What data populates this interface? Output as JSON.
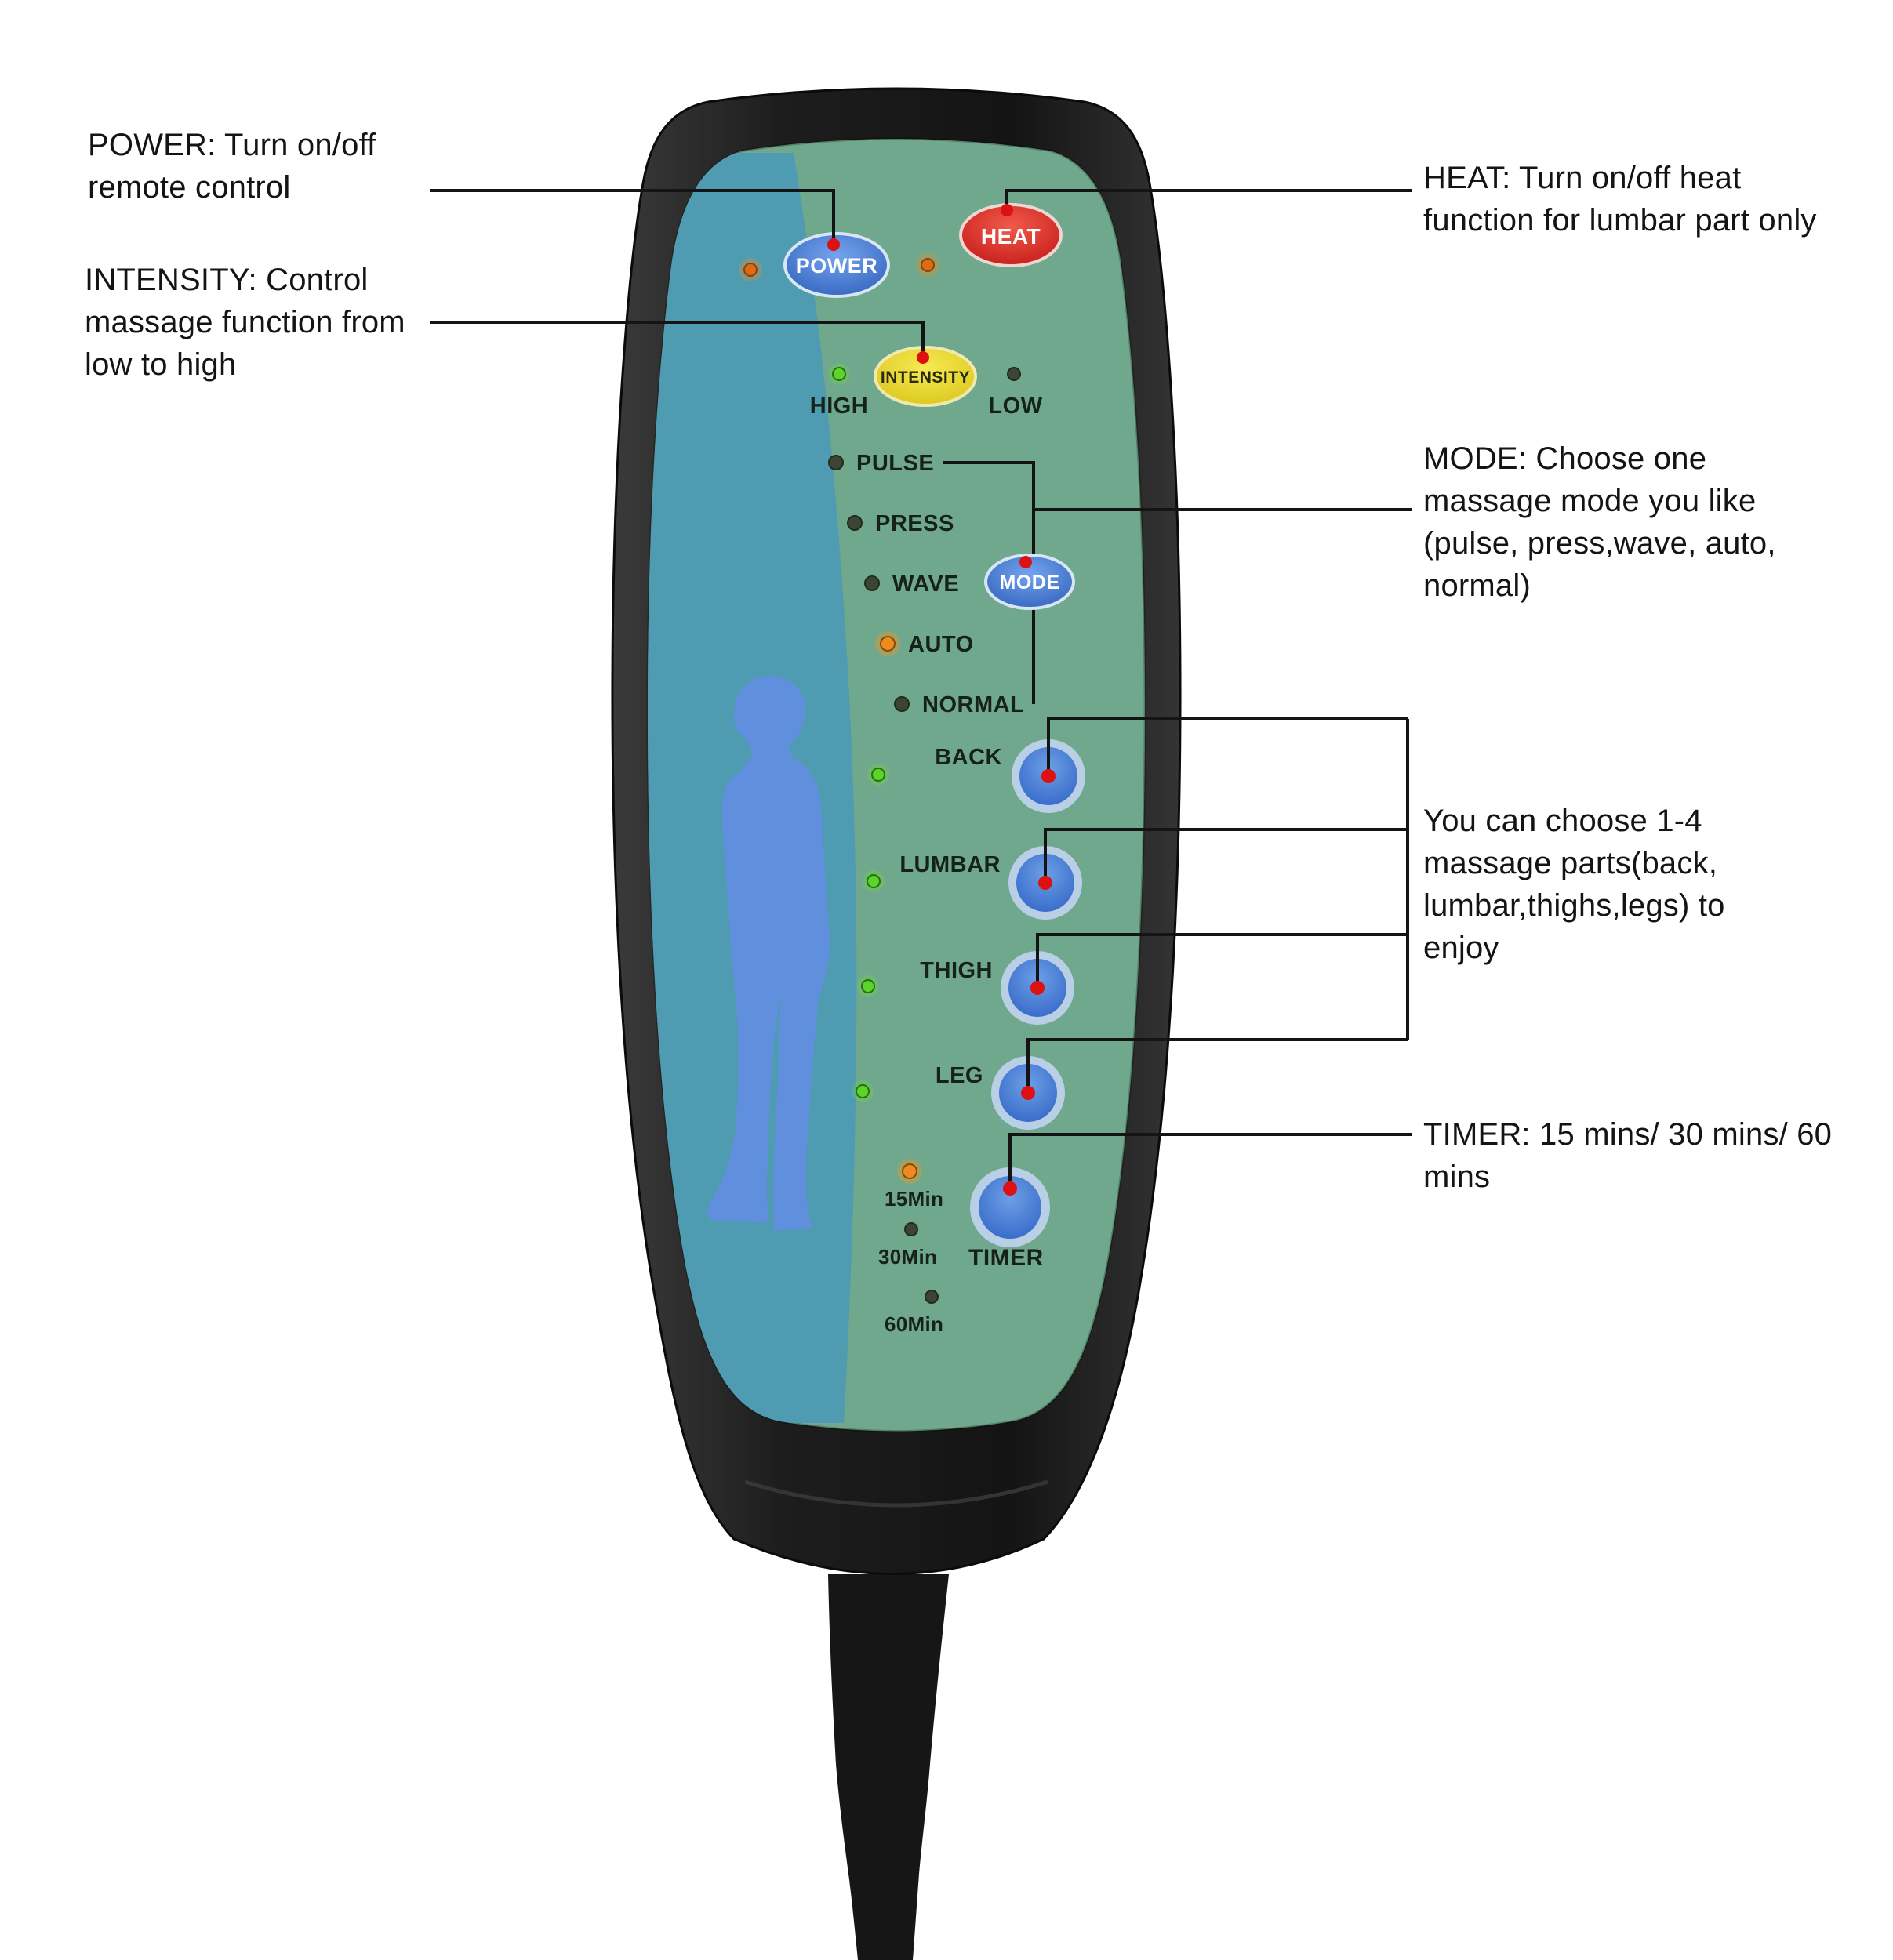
{
  "device": {
    "buttons": {
      "power": "POWER",
      "heat": "HEAT",
      "intensity": "INTENSITY",
      "mode": "MODE"
    },
    "intensity_levels": {
      "high": "HIGH",
      "low": "LOW"
    },
    "modes": [
      "PULSE",
      "PRESS",
      "WAVE",
      "AUTO",
      "NORMAL"
    ],
    "massage_parts": [
      "BACK",
      "LUMBAR",
      "THIGH",
      "LEG"
    ],
    "timer": {
      "label": "TIMER",
      "options": [
        "15Min",
        "30Min",
        "60Min"
      ]
    },
    "lit_indicators": [
      "HIGH",
      "AUTO",
      "BACK",
      "LUMBAR",
      "THIGH",
      "LEG",
      "15Min",
      "POWER",
      "HEAT"
    ]
  },
  "annotations": {
    "power": "POWER: Turn on/off remote control",
    "intensity": "INTENSITY: Control massage function from low to high",
    "heat": "HEAT: Turn on/off heat function for lumbar part only",
    "mode": "MODE: Choose one massage mode you like (pulse, press,wave, auto, normal)",
    "parts": "You can choose 1-4 massage parts(back, lumbar,thighs,legs) to enjoy",
    "timer": "TIMER: 15 mins/ 30 mins/ 60 mins"
  },
  "colors": {
    "panel_green": "#6fa88c",
    "panel_blue": "#4f9bb2",
    "silhouette_blue": "#5f8fdd",
    "button_blue": "#3a6fd0",
    "heat_red": "#d92020",
    "intensity_yellow": "#e8d832",
    "led_green": "#5ad627",
    "led_orange": "#f08a1e",
    "marker_red": "#dd1111",
    "body_black": "#1f1f1f"
  }
}
